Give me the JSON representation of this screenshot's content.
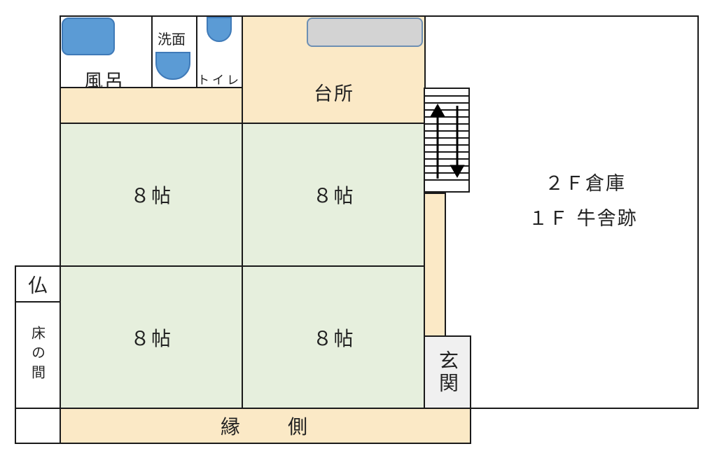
{
  "rooms": {
    "bath": "風呂",
    "washroom": "洗面",
    "toilet": "トイレ",
    "kitchen": "台所",
    "tatami_tl": "８帖",
    "tatami_tr": "８帖",
    "tatami_bl": "８帖",
    "tatami_br": "８帖",
    "altar": "仏",
    "alcove": "床の間",
    "entrance": "玄関",
    "veranda": "縁　　側",
    "storage_line1": "２Ｆ倉庫",
    "storage_line2": "１Ｆ 牛舎跡"
  },
  "colors": {
    "tatami": "#e6efdd",
    "wood_floor": "#fbe9c6",
    "fixture_blue": "#5b9bd5",
    "sink_gray": "#d3d3d3",
    "entrance_gray": "#f0f0f0"
  }
}
